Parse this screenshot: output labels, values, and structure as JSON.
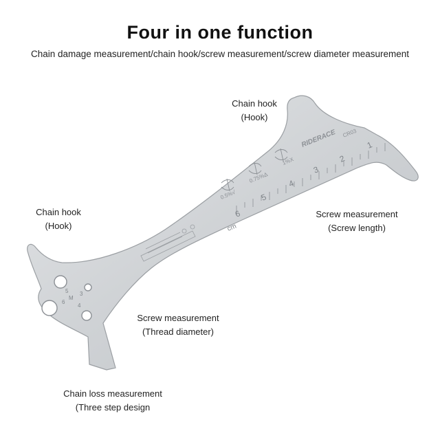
{
  "header": {
    "title": "Four in one function",
    "subtitle": "Chain damage measurement/chain hook/screw measurement/screw diameter measurement"
  },
  "callouts": {
    "chain_hook_top": {
      "line1": "Chain hook",
      "line2": "(Hook)"
    },
    "chain_hook_left": {
      "line1": "Chain hook",
      "line2": "(Hook)"
    },
    "screw_length": {
      "line1": "Screw measurement",
      "line2": "(Screw length)"
    },
    "thread_diameter": {
      "line1": "Screw measurement",
      "line2": "(Thread diameter)"
    },
    "chain_loss": {
      "line1": "Chain loss measurement",
      "line2": "(Three step design"
    }
  },
  "tool": {
    "brand": "RIDERACE",
    "model": "CR03",
    "ruler_numbers": [
      "1",
      "2",
      "3",
      "4",
      "5",
      "6"
    ],
    "ruler_unit": "cm",
    "wear_marks": [
      "1%X",
      "0.75%Δ",
      "0.5%√"
    ],
    "hole_labels": [
      "5",
      "6",
      "M",
      "3",
      "4"
    ],
    "colors": {
      "steel": "#d4d6d8",
      "steel_edge": "#9a9ea2",
      "engraving": "#8c9095"
    }
  }
}
